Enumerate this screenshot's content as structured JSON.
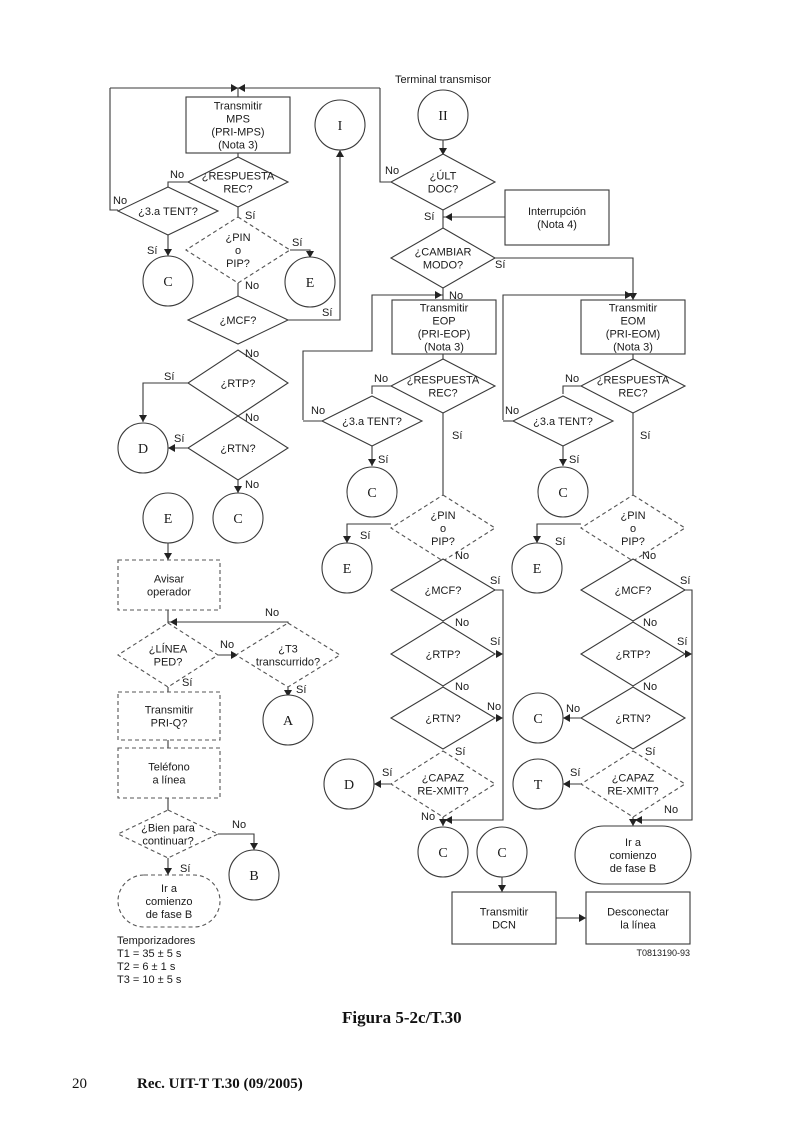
{
  "figure": {
    "caption": "Figura 5-2c/T.30",
    "code": "T0813190-93",
    "terminal_label": "Terminal transmisor"
  },
  "footer": {
    "page_number": "20",
    "reference": "Rec. UIT-T T.30 (09/2005)"
  },
  "timers": {
    "title": "Temporizadores",
    "t1": "T1 = 35 ± 5 s",
    "t2": "T2 = 6 ± 1 s",
    "t3": "T3 = 10 ± 5 s"
  },
  "labels": {
    "yes": "Sí",
    "no": "No"
  },
  "connectors": {
    "I": "I",
    "II": "II",
    "C": "C",
    "D": "D",
    "E": "E",
    "A": "A",
    "B": "B",
    "T": "T"
  },
  "mps": {
    "box": [
      "Transmitir",
      "MPS",
      "(PRI-MPS)",
      "(Nota 3)"
    ],
    "resp": [
      "¿RESPUESTA",
      "REC?"
    ],
    "tent": [
      "¿3.a TENT?"
    ],
    "pin": [
      "¿PIN",
      "o",
      "PIP?"
    ],
    "mcf": [
      "¿MCF?"
    ],
    "rtp": [
      "¿RTP?"
    ],
    "rtn": [
      "¿RTN?"
    ]
  },
  "operator": {
    "avisar": [
      "Avisar",
      "operador"
    ],
    "linea": [
      "¿LÍNEA",
      "PED?"
    ],
    "t3": [
      "¿T3",
      "transcurrido?"
    ],
    "priq": [
      "Transmitir",
      "PRI-Q?"
    ],
    "telefono": [
      "Teléfono",
      "a línea"
    ],
    "bien": [
      "¿Bien para",
      "continuar?"
    ],
    "fase_b": [
      "Ir a",
      "comienzo",
      "de fase B"
    ]
  },
  "main": {
    "ult": [
      "¿ÚLT",
      "DOC?"
    ],
    "interrupcion": [
      "Interrupción",
      "(Nota 4)"
    ],
    "cambiar": [
      "¿CAMBIAR",
      "MODO?"
    ]
  },
  "eop": {
    "box": [
      "Transmitir",
      "EOP",
      "(PRI-EOP)",
      "(Nota 3)"
    ],
    "resp": [
      "¿RESPUESTA",
      "REC?"
    ],
    "tent": [
      "¿3.a TENT?"
    ],
    "pin": [
      "¿PIN",
      "o",
      "PIP?"
    ],
    "mcf": [
      "¿MCF?"
    ],
    "rtp": [
      "¿RTP?"
    ],
    "rtn": [
      "¿RTN?"
    ],
    "capaz": [
      "¿CAPAZ",
      "RE-XMIT?"
    ]
  },
  "eom": {
    "box": [
      "Transmitir",
      "EOM",
      "(PRI-EOM)",
      "(Nota 3)"
    ],
    "resp": [
      "¿RESPUESTA",
      "REC?"
    ],
    "tent": [
      "¿3.a TENT?"
    ],
    "pin": [
      "¿PIN",
      "o",
      "PIP?"
    ],
    "mcf": [
      "¿MCF?"
    ],
    "rtp": [
      "¿RTP?"
    ],
    "rtn": [
      "¿RTN?"
    ],
    "capaz": [
      "¿CAPAZ",
      "RE-XMIT?"
    ],
    "fase_b": [
      "Ir a",
      "comienzo",
      "de fase B"
    ]
  },
  "end": {
    "dcn": [
      "Transmitir",
      "DCN"
    ],
    "desconectar": [
      "Desconectar",
      "la línea"
    ]
  }
}
